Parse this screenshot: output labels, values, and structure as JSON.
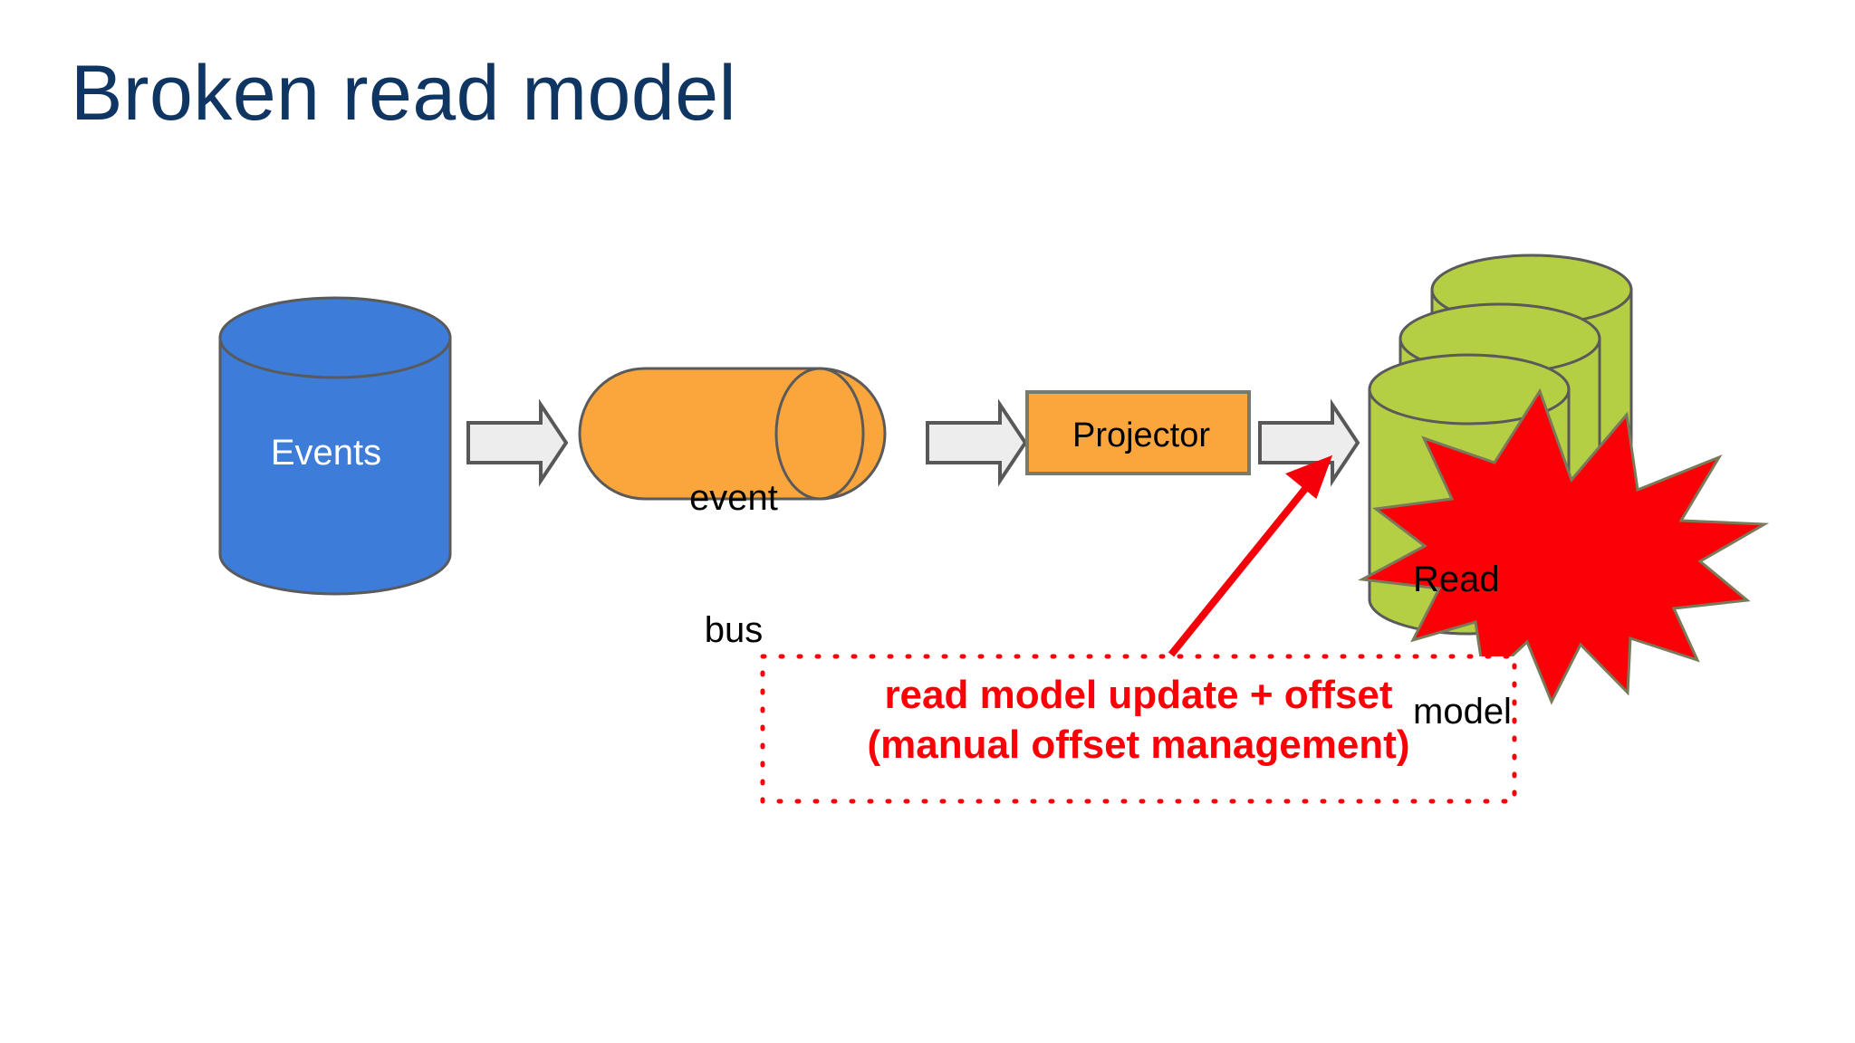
{
  "slide": {
    "title": "Broken read model",
    "title_color": "#0f3562",
    "background": "#ffffff"
  },
  "diagram": {
    "type": "flow",
    "nodes": [
      {
        "id": "events",
        "shape": "cylinder",
        "label": "Events",
        "fill": "#3d7cd8",
        "stroke": "#5a5a5a",
        "text_color": "#ffffff"
      },
      {
        "id": "event-bus",
        "shape": "pipe",
        "label_line1": "event",
        "label_line2": "bus",
        "fill": "#fba63c",
        "stroke": "#5a5a5a",
        "text_color": "#000000"
      },
      {
        "id": "projector",
        "shape": "rectangle",
        "label": "Projector",
        "fill": "#fba63c",
        "stroke": "#7a7a6a",
        "text_color": "#000000"
      },
      {
        "id": "read-model",
        "shape": "stacked-cylinders",
        "label_line1": "Read",
        "label_line2": "model",
        "fill": "#b5cf45",
        "stroke": "#5a5a5a",
        "text_color": "#000000",
        "count": 3,
        "occluded_by": "explosion"
      }
    ],
    "connectors": [
      {
        "id": "arrow-events-to-bus",
        "style": "block-arrow",
        "fill": "#ededed",
        "stroke": "#585858",
        "from": "events",
        "to": "event-bus"
      },
      {
        "id": "arrow-bus-to-projector",
        "style": "block-arrow",
        "fill": "#ededed",
        "stroke": "#585858",
        "from": "event-bus",
        "to": "projector"
      },
      {
        "id": "arrow-projector-to-readmodel",
        "style": "block-arrow",
        "fill": "#ededed",
        "stroke": "#585858",
        "from": "projector",
        "to": "read-model"
      }
    ],
    "explosion": {
      "id": "explosion",
      "shape": "starburst",
      "fill": "#fb0007",
      "stroke": "#7a7a5a",
      "points": 14
    },
    "callout": {
      "line1": "read model update + offset",
      "line2": "(manual offset management)",
      "text_color": "#fb0007",
      "border_color": "#fb0007",
      "border_style": "dotted",
      "fill": "#ffffff",
      "arrow_color": "#f5000a",
      "arrow_target": "read-model"
    }
  }
}
